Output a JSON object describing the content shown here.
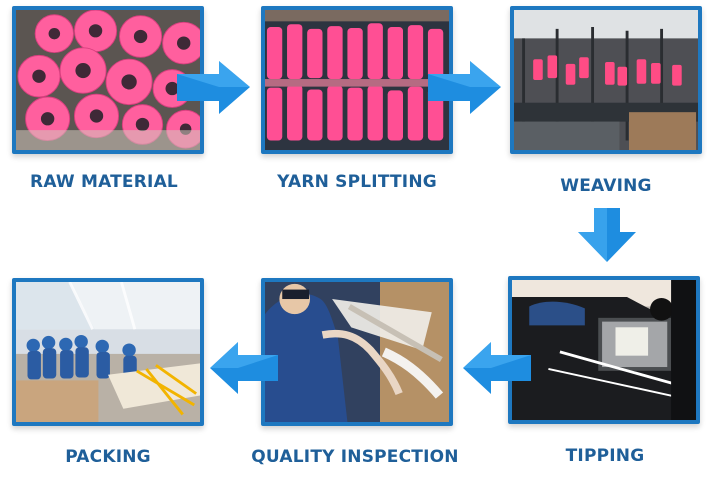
{
  "steps": [
    {
      "label": "RAW MATERIAL",
      "icon": "pink-yarn-cones-photo"
    },
    {
      "label": "YARN SPLITTING",
      "icon": "yarn-spools-rack-photo"
    },
    {
      "label": "WEAVING",
      "icon": "weaving-machines-photo"
    },
    {
      "label": "TIPPING",
      "icon": "tipping-machine-photo"
    },
    {
      "label": "QUALITY INSPECTION",
      "icon": "quality-inspection-photo"
    },
    {
      "label": "PACKING",
      "icon": "packing-workers-photo"
    }
  ],
  "colors": {
    "frame": "#1e78c0",
    "caption": "#1f5f99",
    "arrow": "#1e8de0",
    "arrow_light": "#5ec2ff",
    "yarn": "#ff5a9c"
  }
}
